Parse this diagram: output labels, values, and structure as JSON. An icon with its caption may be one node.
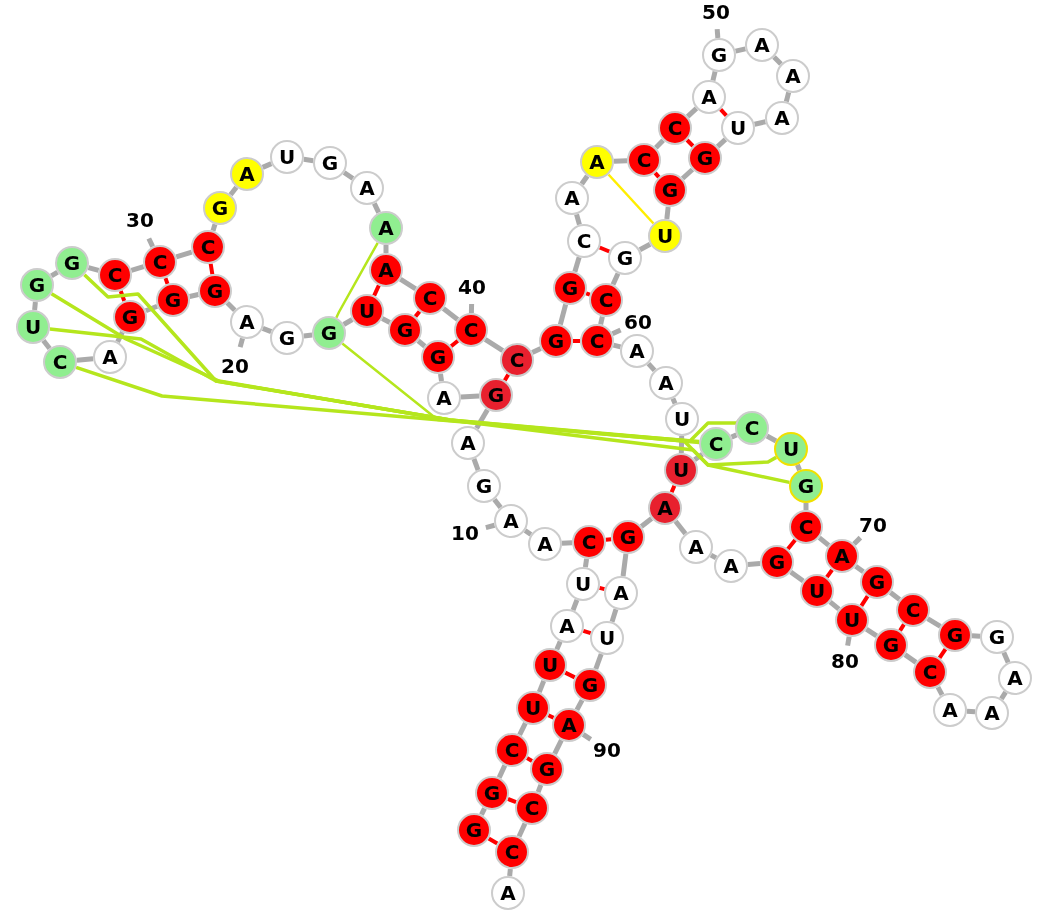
{
  "diagram": {
    "nodes": [
      {
        "text": [
          "G"
        ]
      },
      {
        "text": [
          "G"
        ]
      },
      {
        "text": [
          "C"
        ]
      },
      {
        "text": [
          "U"
        ]
      },
      {
        "text": [
          "U"
        ]
      },
      {
        "text": [
          "A"
        ]
      },
      {
        "text": [
          "U"
        ]
      },
      {
        "text": [
          "C"
        ]
      },
      {
        "text": [
          "A"
        ]
      },
      {
        "text": [
          "A"
        ],
        "beside": [
          "10"
        ]
      },
      {
        "text": [
          "G"
        ]
      },
      {
        "text": [
          "A"
        ]
      },
      {
        "text": [
          "G"
        ]
      },
      {
        "text": [
          "A"
        ]
      },
      {
        "text": [
          "G"
        ]
      },
      {
        "text": [
          "G"
        ]
      },
      {
        "text": [
          "U"
        ]
      },
      {
        "text": [
          "G"
        ]
      },
      {
        "text": [
          "G"
        ]
      },
      {
        "text": [
          "A"
        ],
        "beside": [
          "20"
        ]
      },
      {
        "text": [
          "G"
        ]
      },
      {
        "text": [
          "G"
        ]
      },
      {
        "text": [
          "G"
        ]
      },
      {
        "text": [
          "A"
        ]
      },
      {
        "text": [
          "C"
        ]
      },
      {
        "text": [
          "U"
        ]
      },
      {
        "text": [
          "G"
        ]
      },
      {
        "text": [
          "G"
        ]
      },
      {
        "text": [
          "C"
        ]
      },
      {
        "text": [
          "C"
        ],
        "beside": [
          "30"
        ]
      },
      {
        "text": [
          "C"
        ]
      },
      {
        "text": [
          "G"
        ]
      },
      {
        "text": [
          "A"
        ]
      },
      {
        "text": [
          "U"
        ]
      },
      {
        "text": [
          "G"
        ]
      },
      {
        "text": [
          "A"
        ]
      },
      {
        "text": [
          "A"
        ]
      },
      {
        "text": [
          "A"
        ]
      },
      {
        "text": [
          "C"
        ]
      },
      {
        "text": [
          "C"
        ],
        "beside": [
          "40"
        ]
      },
      {
        "text": [
          "C"
        ]
      },
      {
        "text": [
          "G"
        ]
      },
      {
        "text": [
          "G"
        ]
      },
      {
        "text": [
          "C"
        ]
      },
      {
        "text": [
          "A"
        ]
      },
      {
        "text": [
          "A"
        ]
      },
      {
        "text": [
          "C"
        ]
      },
      {
        "text": [
          "C"
        ]
      },
      {
        "text": [
          "A"
        ]
      },
      {
        "text": [
          "G"
        ],
        "beside": [
          "50"
        ]
      },
      {
        "text": [
          "A"
        ]
      },
      {
        "text": [
          "A"
        ]
      },
      {
        "text": [
          "A"
        ]
      },
      {
        "text": [
          "U"
        ]
      },
      {
        "text": [
          "G"
        ]
      },
      {
        "text": [
          "G"
        ]
      },
      {
        "text": [
          "U"
        ]
      },
      {
        "text": [
          "G"
        ]
      },
      {
        "text": [
          "C"
        ]
      },
      {
        "text": [
          "C"
        ],
        "beside": [
          "60"
        ]
      },
      {
        "text": [
          "A"
        ]
      },
      {
        "text": [
          "A"
        ]
      },
      {
        "text": [
          "U"
        ]
      },
      {
        "text": [
          "U"
        ]
      },
      {
        "text": [
          "C"
        ]
      },
      {
        "text": [
          "C"
        ]
      },
      {
        "text": [
          "U"
        ]
      },
      {
        "text": [
          "G"
        ]
      },
      {
        "text": [
          "C"
        ]
      },
      {
        "text": [
          "A"
        ],
        "beside": [
          "70"
        ]
      },
      {
        "text": [
          "G"
        ]
      },
      {
        "text": [
          "C"
        ]
      },
      {
        "text": [
          "G"
        ]
      },
      {
        "text": [
          "G"
        ]
      },
      {
        "text": [
          "A"
        ]
      },
      {
        "text": [
          "A"
        ]
      },
      {
        "text": [
          "A"
        ]
      },
      {
        "text": [
          "C"
        ]
      },
      {
        "text": [
          "G"
        ]
      },
      {
        "text": [
          "U"
        ],
        "beside": [
          "80"
        ]
      },
      {
        "text": [
          "U"
        ]
      },
      {
        "text": [
          "G"
        ]
      },
      {
        "text": [
          "A"
        ]
      },
      {
        "text": [
          "A"
        ]
      },
      {
        "text": [
          "A"
        ]
      },
      {
        "text": [
          "G"
        ]
      },
      {
        "text": [
          "A"
        ]
      },
      {
        "text": [
          "U"
        ]
      },
      {
        "text": [
          "G"
        ]
      },
      {
        "text": [
          "A"
        ],
        "beside": [
          "90"
        ]
      },
      {
        "text": [
          "G"
        ]
      },
      {
        "text": [
          "C"
        ]
      },
      {
        "text": [
          "C"
        ]
      },
      {
        "text": [
          "A"
        ]
      }
    ],
    "edges": [
      {
        "from": 0,
        "to": 1,
        "arrow": "none"
      },
      {
        "from": 1,
        "to": 2,
        "arrow": "none"
      },
      {
        "from": 2,
        "to": 3,
        "arrow": "none"
      },
      {
        "from": 3,
        "to": 4,
        "arrow": "none"
      },
      {
        "from": 4,
        "to": 5,
        "arrow": "none"
      },
      {
        "from": 5,
        "to": 6,
        "arrow": "none"
      },
      {
        "from": 6,
        "to": 7,
        "arrow": "none"
      },
      {
        "from": 7,
        "to": 8,
        "arrow": "none"
      },
      {
        "from": 8,
        "to": 9,
        "arrow": "none"
      },
      {
        "from": 9,
        "to": 10,
        "arrow": "none"
      },
      {
        "from": 10,
        "to": 11,
        "arrow": "none"
      },
      {
        "from": 11,
        "to": 12,
        "arrow": "none"
      },
      {
        "from": 12,
        "to": 13,
        "arrow": "none"
      },
      {
        "from": 13,
        "to": 14,
        "arrow": "none"
      },
      {
        "from": 14,
        "to": 15,
        "arrow": "none"
      },
      {
        "from": 15,
        "to": 16,
        "arrow": "none"
      },
      {
        "from": 16,
        "to": 17,
        "arrow": "none"
      },
      {
        "from": 17,
        "to": 18,
        "arrow": "none"
      },
      {
        "from": 18,
        "to": 19,
        "arrow": "none"
      },
      {
        "from": 19,
        "to": 20,
        "arrow": "none"
      },
      {
        "from": 20,
        "to": 21,
        "arrow": "none"
      },
      {
        "from": 21,
        "to": 22,
        "arrow": "none"
      },
      {
        "from": 22,
        "to": 23,
        "arrow": "none"
      },
      {
        "from": 23,
        "to": 24,
        "arrow": "none"
      },
      {
        "from": 24,
        "to": 25,
        "arrow": "none"
      },
      {
        "from": 25,
        "to": 26,
        "arrow": "none"
      },
      {
        "from": 26,
        "to": 27,
        "arrow": "none"
      },
      {
        "from": 27,
        "to": 28,
        "arrow": "none"
      },
      {
        "from": 28,
        "to": 29,
        "arrow": "none"
      },
      {
        "from": 29,
        "to": 30,
        "arrow": "none"
      },
      {
        "from": 30,
        "to": 31,
        "arrow": "none"
      },
      {
        "from": 31,
        "to": 32,
        "arrow": "none"
      },
      {
        "from": 32,
        "to": 33,
        "arrow": "none"
      },
      {
        "from": 33,
        "to": 34,
        "arrow": "none"
      },
      {
        "from": 34,
        "to": 35,
        "arrow": "none"
      },
      {
        "from": 35,
        "to": 36,
        "arrow": "none"
      },
      {
        "from": 36,
        "to": 37,
        "arrow": "none"
      },
      {
        "from": 37,
        "to": 38,
        "arrow": "none"
      },
      {
        "from": 38,
        "to": 39,
        "arrow": "none"
      },
      {
        "from": 39,
        "to": 40,
        "arrow": "none"
      },
      {
        "from": 40,
        "to": 41,
        "arrow": "none"
      },
      {
        "from": 41,
        "to": 42,
        "arrow": "none"
      },
      {
        "from": 42,
        "to": 43,
        "arrow": "none"
      },
      {
        "from": 43,
        "to": 44,
        "arrow": "none"
      },
      {
        "from": 44,
        "to": 45,
        "arrow": "none"
      },
      {
        "from": 45,
        "to": 46,
        "arrow": "none"
      },
      {
        "from": 46,
        "to": 47,
        "arrow": "none"
      },
      {
        "from": 47,
        "to": 48,
        "arrow": "none"
      },
      {
        "from": 48,
        "to": 49,
        "arrow": "none"
      },
      {
        "from": 49,
        "to": 50,
        "arrow": "none"
      },
      {
        "from": 50,
        "to": 51,
        "arrow": "none"
      },
      {
        "from": 51,
        "to": 52,
        "arrow": "none"
      },
      {
        "from": 52,
        "to": 53,
        "arrow": "none"
      },
      {
        "from": 53,
        "to": 54,
        "arrow": "none"
      },
      {
        "from": 54,
        "to": 55,
        "arrow": "none"
      },
      {
        "from": 55,
        "to": 56,
        "arrow": "none"
      },
      {
        "from": 56,
        "to": 57,
        "arrow": "none"
      },
      {
        "from": 57,
        "to": 58,
        "arrow": "none"
      },
      {
        "from": 58,
        "to": 59,
        "arrow": "none"
      },
      {
        "from": 59,
        "to": 60,
        "arrow": "none"
      },
      {
        "from": 60,
        "to": 61,
        "arrow": "none"
      },
      {
        "from": 61,
        "to": 62,
        "arrow": "none"
      },
      {
        "from": 62,
        "to": 63,
        "arrow": "none"
      },
      {
        "from": 63,
        "to": 64,
        "arrow": "none"
      },
      {
        "from": 64,
        "to": 65,
        "arrow": "none"
      },
      {
        "from": 65,
        "to": 66,
        "arrow": "none"
      },
      {
        "from": 66,
        "to": 67,
        "arrow": "none"
      },
      {
        "from": 67,
        "to": 68,
        "arrow": "none"
      },
      {
        "from": 68,
        "to": 69,
        "arrow": "none"
      },
      {
        "from": 69,
        "to": 70,
        "arrow": "none"
      },
      {
        "from": 70,
        "to": 71,
        "arrow": "none"
      },
      {
        "from": 71,
        "to": 72,
        "arrow": "none"
      },
      {
        "from": 72,
        "to": 73,
        "arrow": "none"
      },
      {
        "from": 73,
        "to": 74,
        "arrow": "none"
      },
      {
        "from": 74,
        "to": 75,
        "arrow": "none"
      },
      {
        "from": 75,
        "to": 76,
        "arrow": "none"
      },
      {
        "from": 76,
        "to": 77,
        "arrow": "none"
      },
      {
        "from": 77,
        "to": 78,
        "arrow": "none"
      },
      {
        "from": 78,
        "to": 79,
        "arrow": "none"
      },
      {
        "from": 79,
        "to": 80,
        "arrow": "none"
      },
      {
        "from": 80,
        "to": 81,
        "arrow": "none"
      },
      {
        "from": 81,
        "to": 82,
        "arrow": "none"
      },
      {
        "from": 82,
        "to": 83,
        "arrow": "none"
      },
      {
        "from": 83,
        "to": 84,
        "arrow": "none"
      },
      {
        "from": 84,
        "to": 85,
        "arrow": "none"
      },
      {
        "from": 85,
        "to": 86,
        "arrow": "none"
      },
      {
        "from": 86,
        "to": 87,
        "arrow": "none"
      },
      {
        "from": 87,
        "to": 88,
        "arrow": "none"
      },
      {
        "from": 88,
        "to": 89,
        "arrow": "none"
      },
      {
        "from": 89,
        "to": 90,
        "arrow": "none"
      },
      {
        "from": 90,
        "to": 91,
        "arrow": "none"
      },
      {
        "from": 91,
        "to": 92,
        "arrow": "none"
      },
      {
        "from": 92,
        "to": 93,
        "arrow": "none"
      },
      {
        "from": 0,
        "to": 92,
        "arrow": "none",
        "color": "#ff0000"
      },
      {
        "from": 1,
        "to": 91,
        "arrow": "none",
        "color": "#ff0000"
      },
      {
        "from": 2,
        "to": 90,
        "arrow": "none",
        "color": "#ff0000"
      },
      {
        "from": 3,
        "to": 89,
        "arrow": "none",
        "color": "#ff0000"
      },
      {
        "from": 4,
        "to": 88,
        "arrow": "none",
        "color": "#ff0000"
      },
      {
        "from": 5,
        "to": 87,
        "arrow": "none",
        "color": "#ff0000"
      },
      {
        "from": 6,
        "to": 86,
        "arrow": "none",
        "color": "#ff0000"
      },
      {
        "from": 7,
        "to": 85,
        "arrow": "none",
        "color": "#ff0000"
      },
      {
        "from": 12,
        "to": 40,
        "arrow": "none",
        "color": "#ff0000"
      },
      {
        "from": 14,
        "to": 39,
        "arrow": "none",
        "color": "#ff0000"
      },
      {
        "from": 15,
        "to": 38,
        "arrow": "none",
        "color": "#ff0000"
      },
      {
        "from": 16,
        "to": 37,
        "arrow": "none",
        "color": "#ff0000"
      },
      {
        "from": 20,
        "to": 30,
        "arrow": "none",
        "color": "#ff0000"
      },
      {
        "from": 21,
        "to": 29,
        "arrow": "none",
        "color": "#ff0000"
      },
      {
        "from": 22,
        "to": 28,
        "arrow": "none",
        "color": "#ff0000"
      },
      {
        "from": 41,
        "to": 59,
        "arrow": "none",
        "color": "#ff0000"
      },
      {
        "from": 42,
        "to": 58,
        "arrow": "none",
        "color": "#ff0000"
      },
      {
        "from": 43,
        "to": 57,
        "arrow": "none",
        "color": "#ff0000"
      },
      {
        "from": 46,
        "to": 55,
        "arrow": "none",
        "color": "#ff0000"
      },
      {
        "from": 47,
        "to": 54,
        "arrow": "none",
        "color": "#ff0000"
      },
      {
        "from": 48,
        "to": 53,
        "arrow": "none",
        "color": "#ff0000"
      },
      {
        "from": 63,
        "to": 84,
        "arrow": "none",
        "color": "#ff0000"
      },
      {
        "from": 68,
        "to": 81,
        "arrow": "none",
        "color": "#ff0000"
      },
      {
        "from": 69,
        "to": 80,
        "arrow": "none",
        "color": "#ff0000"
      },
      {
        "from": 70,
        "to": 79,
        "arrow": "none",
        "color": "#ff0000"
      },
      {
        "from": 71,
        "to": 78,
        "arrow": "none",
        "color": "#ff0000"
      },
      {
        "from": 72,
        "to": 77,
        "arrow": "none",
        "color": "#ff0000"
      },
      {
        "from": 45,
        "to": 56,
        "arrow": "none",
        "color": "#ffee00"
      },
      {
        "from": 36,
        "to": 17,
        "arrow": "none",
        "color": "#b5e61d"
      },
      {
        "from": 17,
        "to": 64,
        "arrow": "none",
        "color": "#b5e61d"
      },
      {
        "from": 27,
        "to": 65,
        "arrow": "none",
        "color": "#b5e61d"
      },
      {
        "from": 26,
        "to": 66,
        "arrow": "none",
        "color": "#b5e61d"
      },
      {
        "from": 25,
        "to": 64,
        "arrow": "none",
        "color": "#b5e61d"
      },
      {
        "from": 24,
        "to": 67,
        "arrow": "none",
        "color": "#b5e61d"
      }
    ]
  }
}
